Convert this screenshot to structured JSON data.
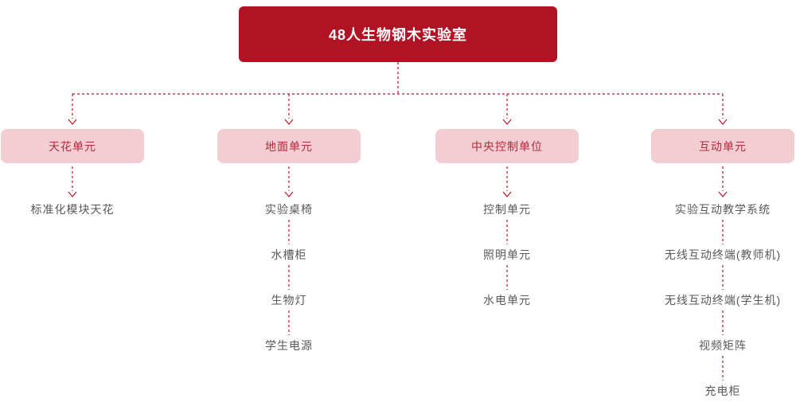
{
  "root": {
    "label": "48人生物钢木实验室"
  },
  "groups": [
    {
      "label": "天花单元",
      "children": [
        "标准化模块天花"
      ]
    },
    {
      "label": "地面单元",
      "children": [
        "实验桌椅",
        "水槽柜",
        "生物灯",
        "学生电源"
      ]
    },
    {
      "label": "中央控制单位",
      "children": [
        "控制单元",
        "照明单元",
        "水电单元"
      ]
    },
    {
      "label": "互动单元",
      "children": [
        "实验互动教学系统",
        "无线互动终端(教师机)",
        "无线互动终端(学生机)",
        "视频矩阵",
        "充电柜"
      ]
    }
  ],
  "colors": {
    "background": "#FFFFFF",
    "root_bg": "#B01323",
    "root_text": "#FFFFFF",
    "group_bg": "#F2CDD2",
    "group_text": "#B42B3B",
    "connector": "#BE1225",
    "leaf_text": "#595959"
  }
}
